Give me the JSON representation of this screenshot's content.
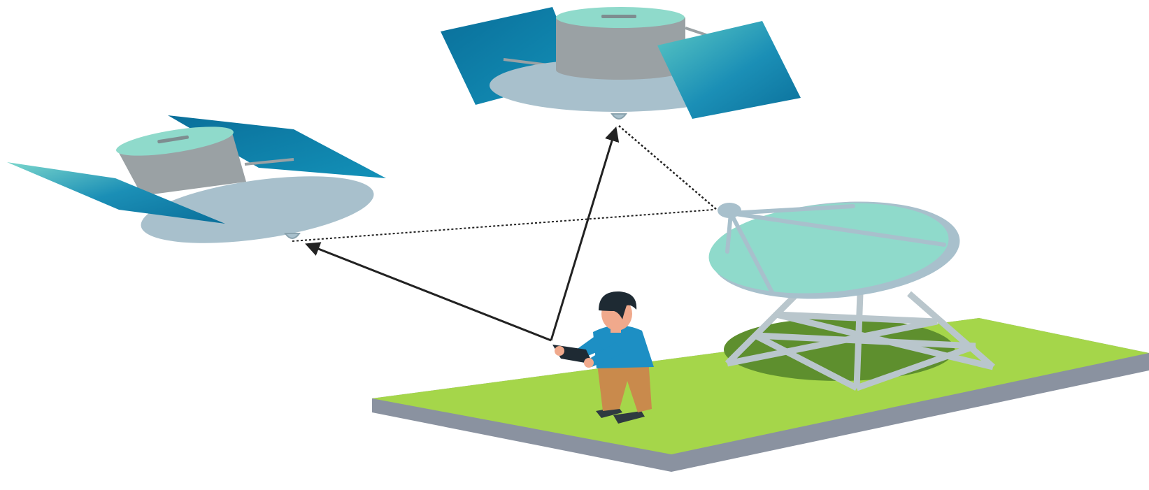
{
  "scene": {
    "elements": [
      "satellite-left",
      "satellite-top",
      "ground-station-dish",
      "person-with-tablet",
      "ground-platform"
    ],
    "links": [
      {
        "from": "person-with-tablet",
        "to": "satellite-left",
        "style": "solid-arrow"
      },
      {
        "from": "person-with-tablet",
        "to": "satellite-top",
        "style": "solid-arrow"
      },
      {
        "from": "satellite-left",
        "to": "ground-station-dish",
        "style": "dotted"
      },
      {
        "from": "satellite-top",
        "to": "ground-station-dish",
        "style": "dotted"
      }
    ]
  },
  "colors": {
    "panel_dark": "#0a7aa3",
    "panel_light": "#6fd0c8",
    "body_grey": "#9aa1a4",
    "body_top": "#8fdacb",
    "dish_base": "#a8c0cc",
    "dish": "#8fdacb",
    "grass": "#a5d64a",
    "grass_shadow": "#5e8f2e",
    "platform_side": "#8a92a0",
    "tower": "#b9c6cc",
    "shirt": "#1d8fc4",
    "pants": "#c98a4c",
    "skin": "#f0a98c",
    "hair": "#1e2a33",
    "shoes": "#2f3a40",
    "line": "#222222"
  }
}
